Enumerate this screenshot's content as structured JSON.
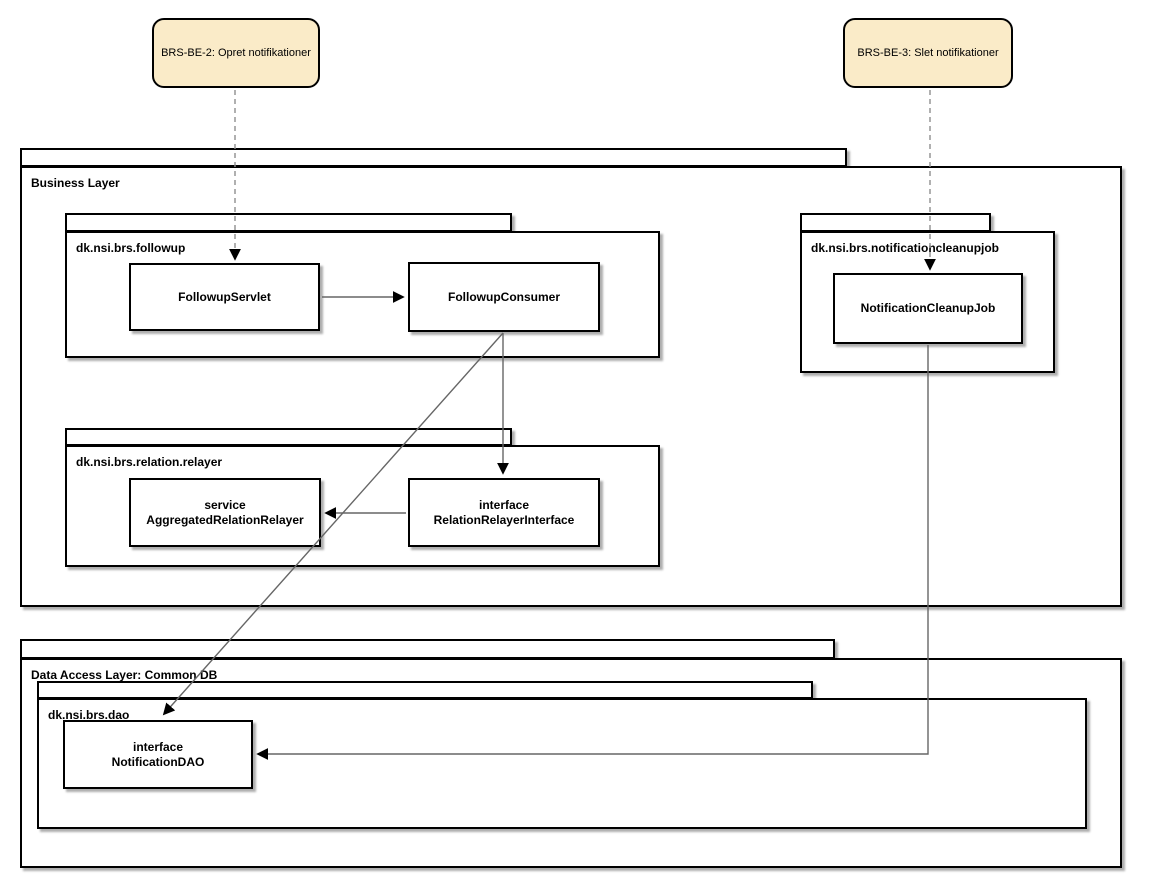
{
  "diagram": {
    "notes": [
      {
        "label": "BRS-BE-2: Opret notifikationer"
      },
      {
        "label": "BRS-BE-3: Slet notifikationer"
      }
    ],
    "layers": {
      "business": {
        "label": "Business Layer"
      },
      "data_access": {
        "label": "Data Access Layer: Common DB"
      }
    },
    "packages": {
      "followup": {
        "label": "dk.nsi.brs.followup"
      },
      "cleanup": {
        "label": "dk.nsi.brs.notificationcleanupjob"
      },
      "relayer": {
        "label": "dk.nsi.brs.relation.relayer"
      },
      "dao": {
        "label": "dk.nsi.brs.dao"
      }
    },
    "nodes": {
      "followup_servlet": {
        "label": "FollowupServlet"
      },
      "followup_consumer": {
        "label": "FollowupConsumer"
      },
      "notification_cleanup_job": {
        "label": "NotificationCleanupJob"
      },
      "aggregated_relation_relayer": {
        "line1": "service",
        "line2": "AggregatedRelationRelayer"
      },
      "relation_relayer_interface": {
        "line1": "interface",
        "line2": "RelationRelayerInterface"
      },
      "notification_dao": {
        "line1": "interface",
        "line2": "NotificationDAO"
      }
    },
    "edges": [
      {
        "from": "note-brs-be-2",
        "to": "followup_servlet",
        "style": "dashed"
      },
      {
        "from": "note-brs-be-3",
        "to": "notification_cleanup_job",
        "style": "dashed"
      },
      {
        "from": "followup_servlet",
        "to": "followup_consumer",
        "style": "solid"
      },
      {
        "from": "followup_consumer",
        "to": "relation_relayer_interface",
        "style": "solid"
      },
      {
        "from": "relation_relayer_interface",
        "to": "aggregated_relation_relayer",
        "style": "solid"
      },
      {
        "from": "followup_consumer",
        "to": "notification_dao",
        "style": "solid"
      },
      {
        "from": "notification_cleanup_job",
        "to": "notification_dao",
        "style": "solid"
      }
    ],
    "colors": {
      "note_fill": "#FAEBC8",
      "shape_border": "#000000",
      "solid_line": "#666666",
      "dashed_line": "#8F8F8F",
      "arrowhead": "#000000",
      "background": "#FFFFFF"
    }
  }
}
